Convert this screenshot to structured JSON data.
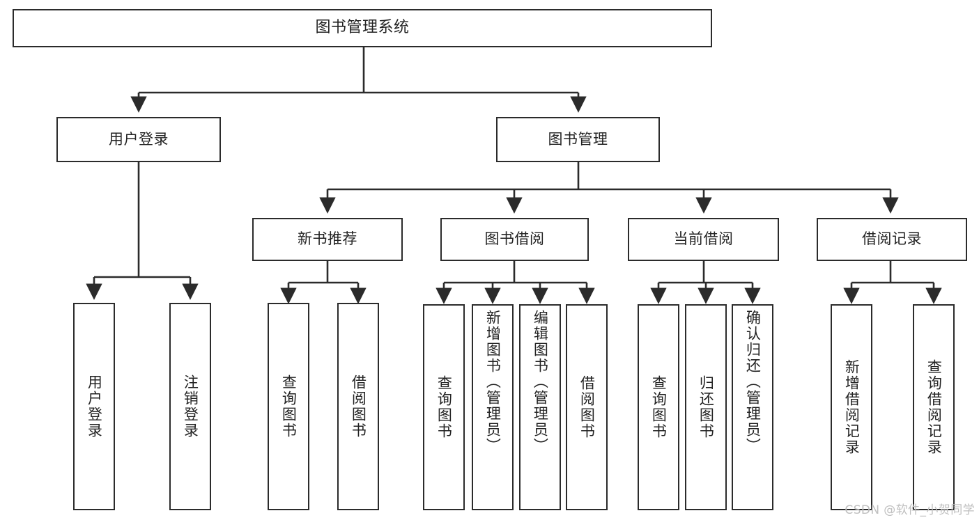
{
  "diagram": {
    "type": "tree",
    "title": "图书管理系统",
    "watermark": "CSDN @软件_小贺同学",
    "colors": {
      "box_border": "#2b2b2b",
      "box_fill": "#ffffff",
      "edge": "#2b2b2b",
      "text": "#222222",
      "watermark": "#bfbfbf"
    },
    "root": {
      "label": "图书管理系统"
    },
    "level2": [
      {
        "label": "用户登录"
      },
      {
        "label": "图书管理"
      }
    ],
    "level3": [
      {
        "label": "新书推荐"
      },
      {
        "label": "图书借阅"
      },
      {
        "label": "当前借阅"
      },
      {
        "label": "借阅记录"
      }
    ],
    "leaves": {
      "user_login": [
        {
          "label": "用户登录"
        },
        {
          "label": "注销登录"
        }
      ],
      "new_book": [
        {
          "label": "查询图书"
        },
        {
          "label": "借阅图书"
        }
      ],
      "borrow": [
        {
          "label": "查询图书"
        },
        {
          "label": "新增图书（管理员）"
        },
        {
          "label": "编辑图书（管理员）"
        },
        {
          "label": "借阅图书"
        }
      ],
      "current": [
        {
          "label": "查询图书"
        },
        {
          "label": "归还图书"
        },
        {
          "label": "确认归还（管理员）"
        }
      ],
      "records": [
        {
          "label": "新增借阅记录"
        },
        {
          "label": "查询借阅记录"
        }
      ]
    }
  }
}
